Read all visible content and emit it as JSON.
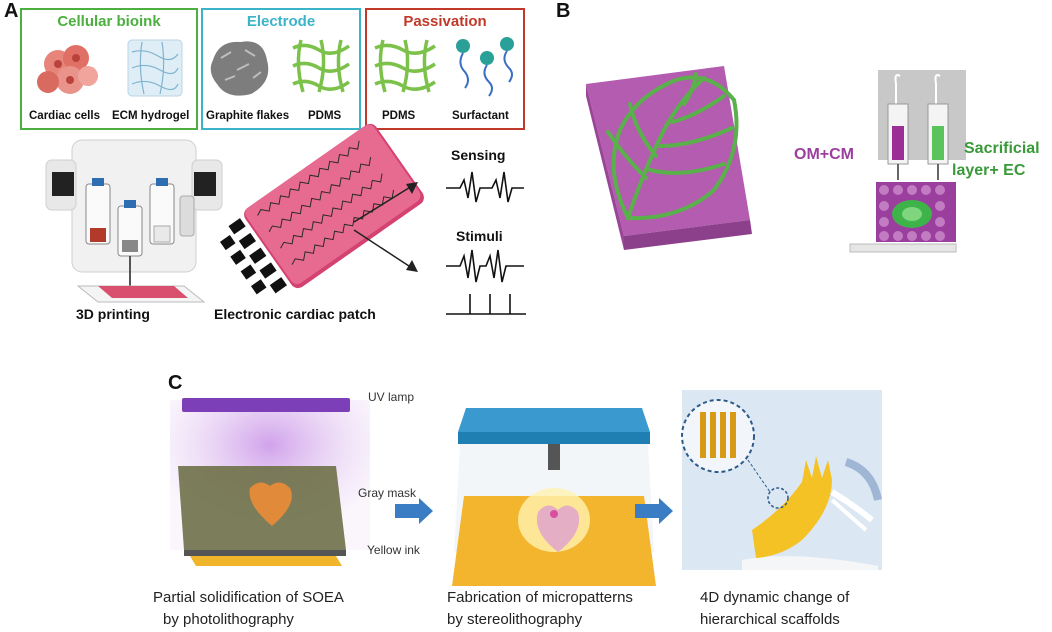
{
  "panels": {
    "a": "A",
    "b": "B",
    "c": "C"
  },
  "panel_a": {
    "cellular_bioink": {
      "title": "Cellular bioink",
      "items": [
        "Cardiac cells",
        "ECM hydrogel"
      ]
    },
    "electrode": {
      "title": "Electrode",
      "items": [
        "Graphite flakes",
        "PDMS"
      ]
    },
    "passivation": {
      "title": "Passivation",
      "items": [
        "PDMS",
        "Surfactant"
      ]
    },
    "printing_label": "3D printing",
    "patch_label": "Electronic cardiac patch",
    "sensing_label": "Sensing",
    "stimuli_label": "Stimuli"
  },
  "panel_b": {
    "om_cm_label": "OM+CM",
    "sacrificial_label_line1": "Sacrificial",
    "sacrificial_label_line2": "layer+ EC"
  },
  "panel_c": {
    "uv_lamp": "UV lamp",
    "gray_mask": "Gray mask",
    "yellow_ink": "Yellow ink",
    "step1_line1": "Partial solidification of SOEA",
    "step1_line2": "by photolithography",
    "step2_line1": "Fabrication of micropatterns",
    "step2_line2": "by stereolithography",
    "step3_line1": "4D dynamic change of",
    "step3_line2": "hierarchical scaffolds"
  },
  "colors": {
    "green": "#4caf3f",
    "cyan": "#3cb4c8",
    "red": "#c0392b",
    "purple": "#9b3f9e",
    "blue_arrow": "#3a7dc4",
    "yellow": "#f2b632"
  }
}
